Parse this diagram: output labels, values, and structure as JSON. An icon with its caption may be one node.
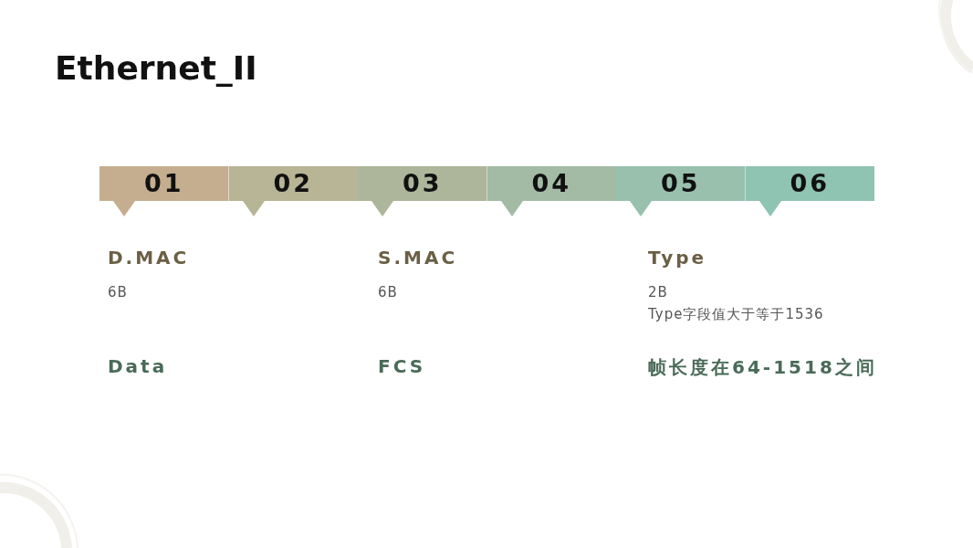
{
  "diagram": {
    "title": "Ethernet_II",
    "nodes": [
      {
        "text": [
          "01"
        ]
      },
      {
        "text": [
          "02"
        ]
      },
      {
        "text": [
          "03"
        ]
      },
      {
        "text": [
          "04"
        ]
      },
      {
        "text": [
          "05"
        ]
      },
      {
        "text": [
          "06"
        ]
      }
    ],
    "labels": [
      "D.MAC",
      "S.MAC",
      "Type",
      "6B",
      "6B",
      "2B",
      "Type字段值大于等于1536",
      "Data",
      "FCS",
      "帧长度在64-1518之间"
    ]
  }
}
